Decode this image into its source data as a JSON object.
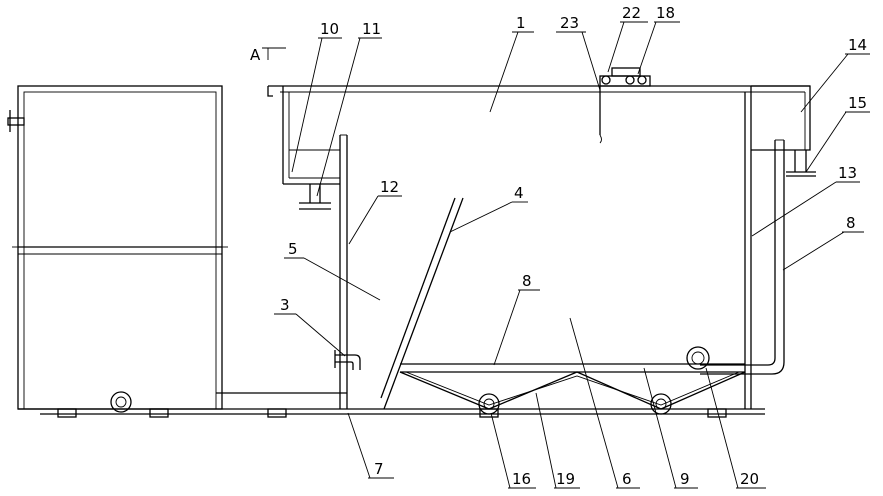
{
  "section_mark": "A",
  "labels": {
    "l1": "1",
    "l3": "3",
    "l4": "4",
    "l5": "5",
    "l6": "6",
    "l7": "7",
    "l8a": "8",
    "l8b": "8",
    "l9": "9",
    "l10": "10",
    "l11": "11",
    "l12": "12",
    "l13": "13",
    "l14": "14",
    "l15": "15",
    "l16": "16",
    "l18": "18",
    "l19": "19",
    "l20": "20",
    "l22": "22",
    "l23": "23"
  }
}
